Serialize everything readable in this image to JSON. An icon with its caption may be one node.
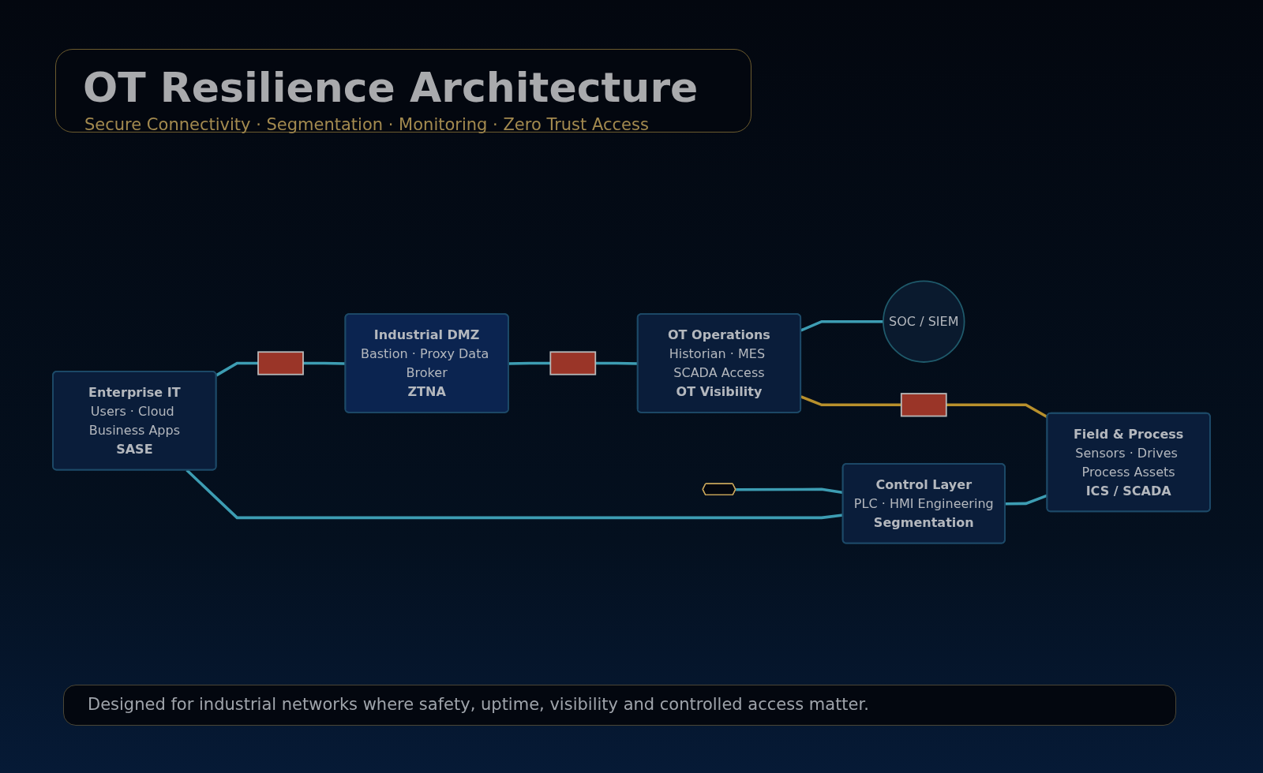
{
  "diagram": {
    "title": "OT Resilience Architecture",
    "caption": "Designed for industrial networks where safety, uptime, visibility and controlled access matter.",
    "nodes": [
      {
        "text": [
          "Enterprise IT",
          "Users · Cloud Business Apps",
          "SASE"
        ]
      },
      {
        "text": [],
        "shape": "box"
      },
      {
        "text": [
          "Industrial DMZ",
          "Bastion · Proxy Data Broker",
          "ZTNA"
        ]
      },
      {
        "text": [],
        "shape": "box"
      },
      {
        "text": [],
        "shape": "shield"
      },
      {
        "text": [
          "OT Operations",
          "Historian · MES SCADA Access",
          "OT Visibility"
        ]
      },
      {
        "text": [
          "SOC / SIEM"
        ]
      },
      {
        "text": [],
        "shape": "box"
      },
      {
        "text": [
          "Control Layer",
          "PLC · HMI Engineering",
          "Segmentation"
        ]
      },
      {
        "text": [
          "Field & Process",
          "Sensors · Drives Process Assets",
          "ICS / SCADA"
        ]
      }
    ],
    "edges": [
      {
        "from": 0,
        "to": 1,
        "arrow": "none"
      },
      {
        "from": 1,
        "to": 2,
        "arrow": "none"
      },
      {
        "from": 2,
        "to": 3,
        "arrow": "none"
      },
      {
        "from": 3,
        "to": 5,
        "arrow": "none"
      },
      {
        "from": 5,
        "to": 6,
        "arrow": "none"
      },
      {
        "from": 0,
        "to": 8,
        "arrow": "none"
      },
      {
        "from": 4,
        "to": 8,
        "arrow": "none"
      },
      {
        "from": 8,
        "to": 9,
        "arrow": "none"
      },
      {
        "from": 5,
        "to": 7,
        "arrow": "none",
        "color": "#b8902c"
      },
      {
        "from": 7,
        "to": 9,
        "arrow": "none",
        "color": "#b8902c"
      }
    ],
    "labels": [
      "Secure Connectivity · Segmentation · Monitoring · Zero Trust Access"
    ]
  }
}
